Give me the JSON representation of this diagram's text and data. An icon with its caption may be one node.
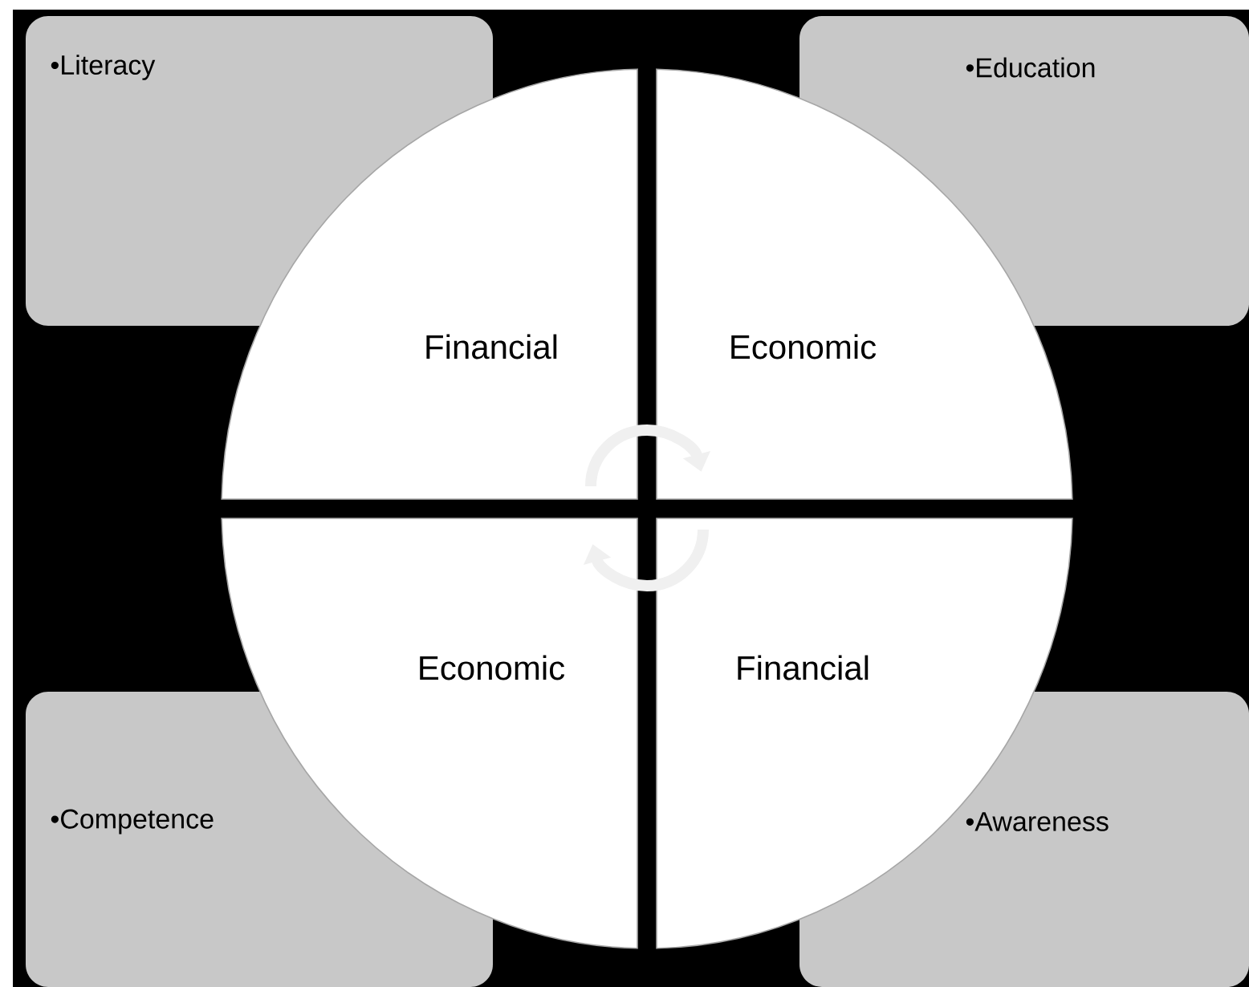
{
  "diagram": {
    "nodes": [
      {
        "text": [
          "•Literacy"
        ]
      },
      {
        "text": [
          "•Education"
        ]
      },
      {
        "text": [
          "Financial"
        ]
      },
      {
        "text": [
          "Economic"
        ]
      },
      {
        "text": [
          "Economic"
        ]
      },
      {
        "text": [
          "Financial"
        ]
      },
      {
        "text": [
          "•Competence"
        ]
      },
      {
        "text": [
          "•Awareness"
        ]
      }
    ],
    "edges": [
      {
        "from": 2,
        "to": 3,
        "arrow": "to"
      },
      {
        "from": 5,
        "to": 4,
        "arrow": "to"
      }
    ]
  }
}
